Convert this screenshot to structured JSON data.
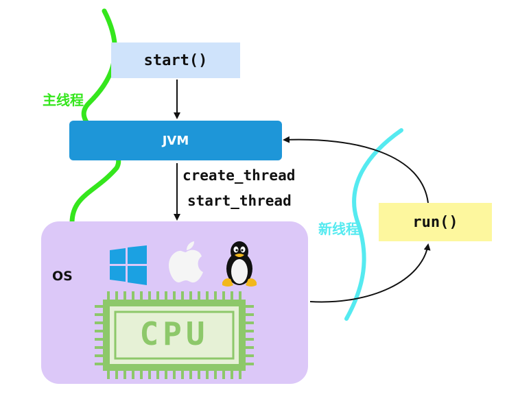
{
  "nodes": {
    "start": "start()",
    "jvm": "JVM",
    "run": "run()",
    "os": "OS",
    "cpu": "CPU"
  },
  "edges": {
    "create_thread": "create_thread",
    "start_thread": "start_thread"
  },
  "threads": {
    "main": "主线程",
    "new": "新线程"
  },
  "icons": [
    "windows-logo-icon",
    "apple-logo-icon",
    "linux-tux-icon",
    "cpu-chip-icon"
  ],
  "colors": {
    "start_box": "#cfe3fb",
    "jvm_box": "#1e96d8",
    "run_box": "#fdf79e",
    "os_box": "#dcc8f8",
    "main_thread": "#35e61d",
    "new_thread": "#55eaf0",
    "windows": "#1ba1e2",
    "cpu": "#8dc86a"
  }
}
